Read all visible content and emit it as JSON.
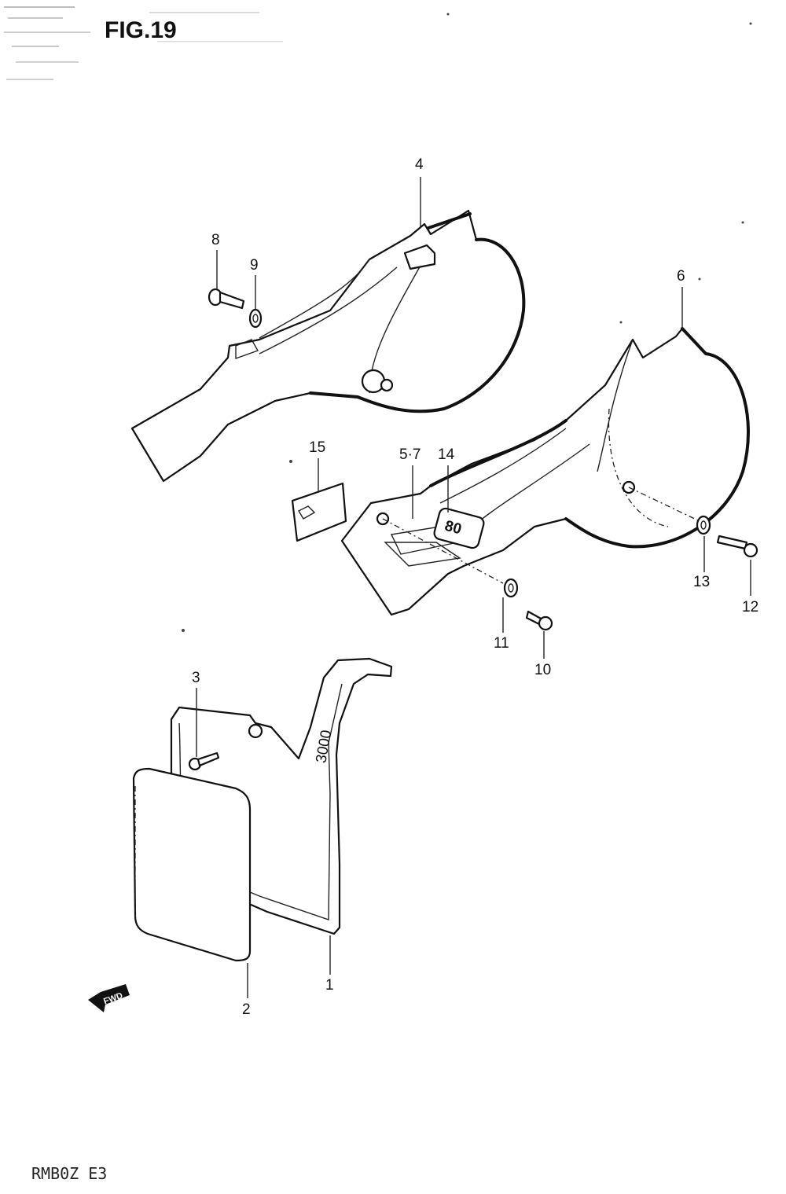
{
  "figure": {
    "title": "FIG.19",
    "footer_code": "RMB0Z E3",
    "direction_arrow": "FWD"
  },
  "callouts": [
    {
      "id": "c1",
      "text": "1"
    },
    {
      "id": "c2",
      "text": "2"
    },
    {
      "id": "c3",
      "text": "3"
    },
    {
      "id": "c4",
      "text": "4"
    },
    {
      "id": "c57",
      "text": "5·7"
    },
    {
      "id": "c6",
      "text": "6"
    },
    {
      "id": "c8",
      "text": "8"
    },
    {
      "id": "c9",
      "text": "9"
    },
    {
      "id": "c10",
      "text": "10"
    },
    {
      "id": "c11",
      "text": "11"
    },
    {
      "id": "c12",
      "text": "12"
    },
    {
      "id": "c13",
      "text": "13"
    },
    {
      "id": "c14",
      "text": "14"
    },
    {
      "id": "c15",
      "text": "15"
    }
  ],
  "emblem_text": "80",
  "plate_text": "3000"
}
